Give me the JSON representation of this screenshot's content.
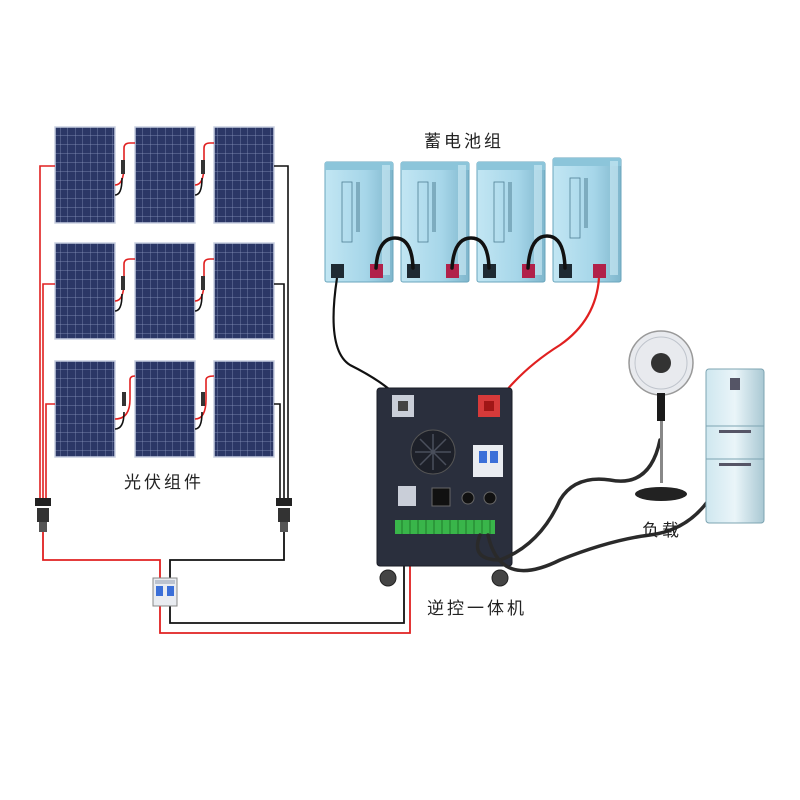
{
  "labels": {
    "pv": "光伏组件",
    "battery": "蓄电池组",
    "inverter": "逆控一体机",
    "load": "负载"
  },
  "colors": {
    "panel": "#2b3766",
    "panel_grid": "#8e9bc2",
    "battery": "#a7d7ea",
    "inverter": "#2a2f3d",
    "wire_positive": "#e02020",
    "wire_negative": "#111111",
    "terminal_green": "#39b54a"
  },
  "icons": {
    "breaker": "breaker-icon",
    "fan": "fan-icon",
    "fridge": "fridge-icon"
  }
}
